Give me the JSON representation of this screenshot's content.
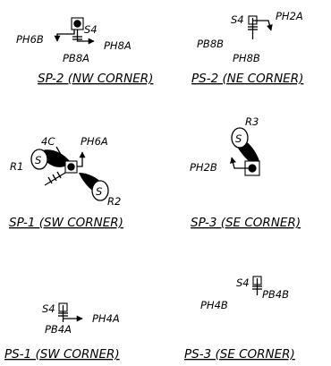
{
  "panels": {
    "sp2": {
      "caption": "SP-2 (NW CORNER)",
      "labels": {
        "s4": "S4",
        "ph6b": "PH6B",
        "ph8a": "PH8A",
        "pb8a": "PB8A"
      }
    },
    "ps2": {
      "caption": "PS-2 (NE CORNER)",
      "labels": {
        "s4": "S4",
        "ph2a": "PH2A",
        "pb8b": "PB8B",
        "ph8b": "PH8B"
      }
    },
    "sp1": {
      "caption": "SP-1 (SW CORNER)",
      "labels": {
        "c4": "4C",
        "ph6a": "PH6A",
        "r1": "R1",
        "r2": "R2",
        "s_top": "S",
        "s_bottom": "S"
      }
    },
    "sp3": {
      "caption": "SP-3 (SE CORNER)",
      "labels": {
        "r3": "R3",
        "ph2b": "PH2B",
        "s": "S"
      }
    },
    "ps1": {
      "caption": "PS-1 (SW CORNER)",
      "labels": {
        "s4": "S4",
        "pb4a": "PB4A",
        "ph4a": "PH4A"
      }
    },
    "ps3": {
      "caption": "PS-3 (SE CORNER)",
      "labels": {
        "s4": "S4",
        "ph4b": "PH4B",
        "pb4b": "PB4B"
      }
    }
  }
}
